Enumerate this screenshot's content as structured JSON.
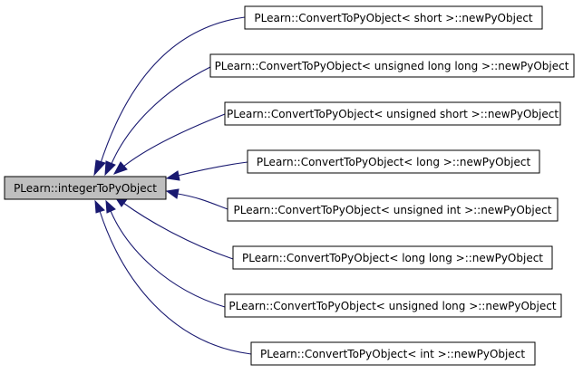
{
  "diagram": {
    "focus_node": {
      "label": "PLearn::integerToPyObject",
      "fill": "#bfbfbf"
    },
    "caller_nodes": [
      {
        "label": "PLearn::ConvertToPyObject< short >::newPyObject"
      },
      {
        "label": "PLearn::ConvertToPyObject< unsigned long long >::newPyObject"
      },
      {
        "label": "PLearn::ConvertToPyObject< unsigned short >::newPyObject"
      },
      {
        "label": "PLearn::ConvertToPyObject< long >::newPyObject"
      },
      {
        "label": "PLearn::ConvertToPyObject< unsigned int >::newPyObject"
      },
      {
        "label": "PLearn::ConvertToPyObject< long long >::newPyObject"
      },
      {
        "label": "PLearn::ConvertToPyObject< unsigned long >::newPyObject"
      },
      {
        "label": "PLearn::ConvertToPyObject< int >::newPyObject"
      }
    ],
    "edge_color": "#191970"
  }
}
